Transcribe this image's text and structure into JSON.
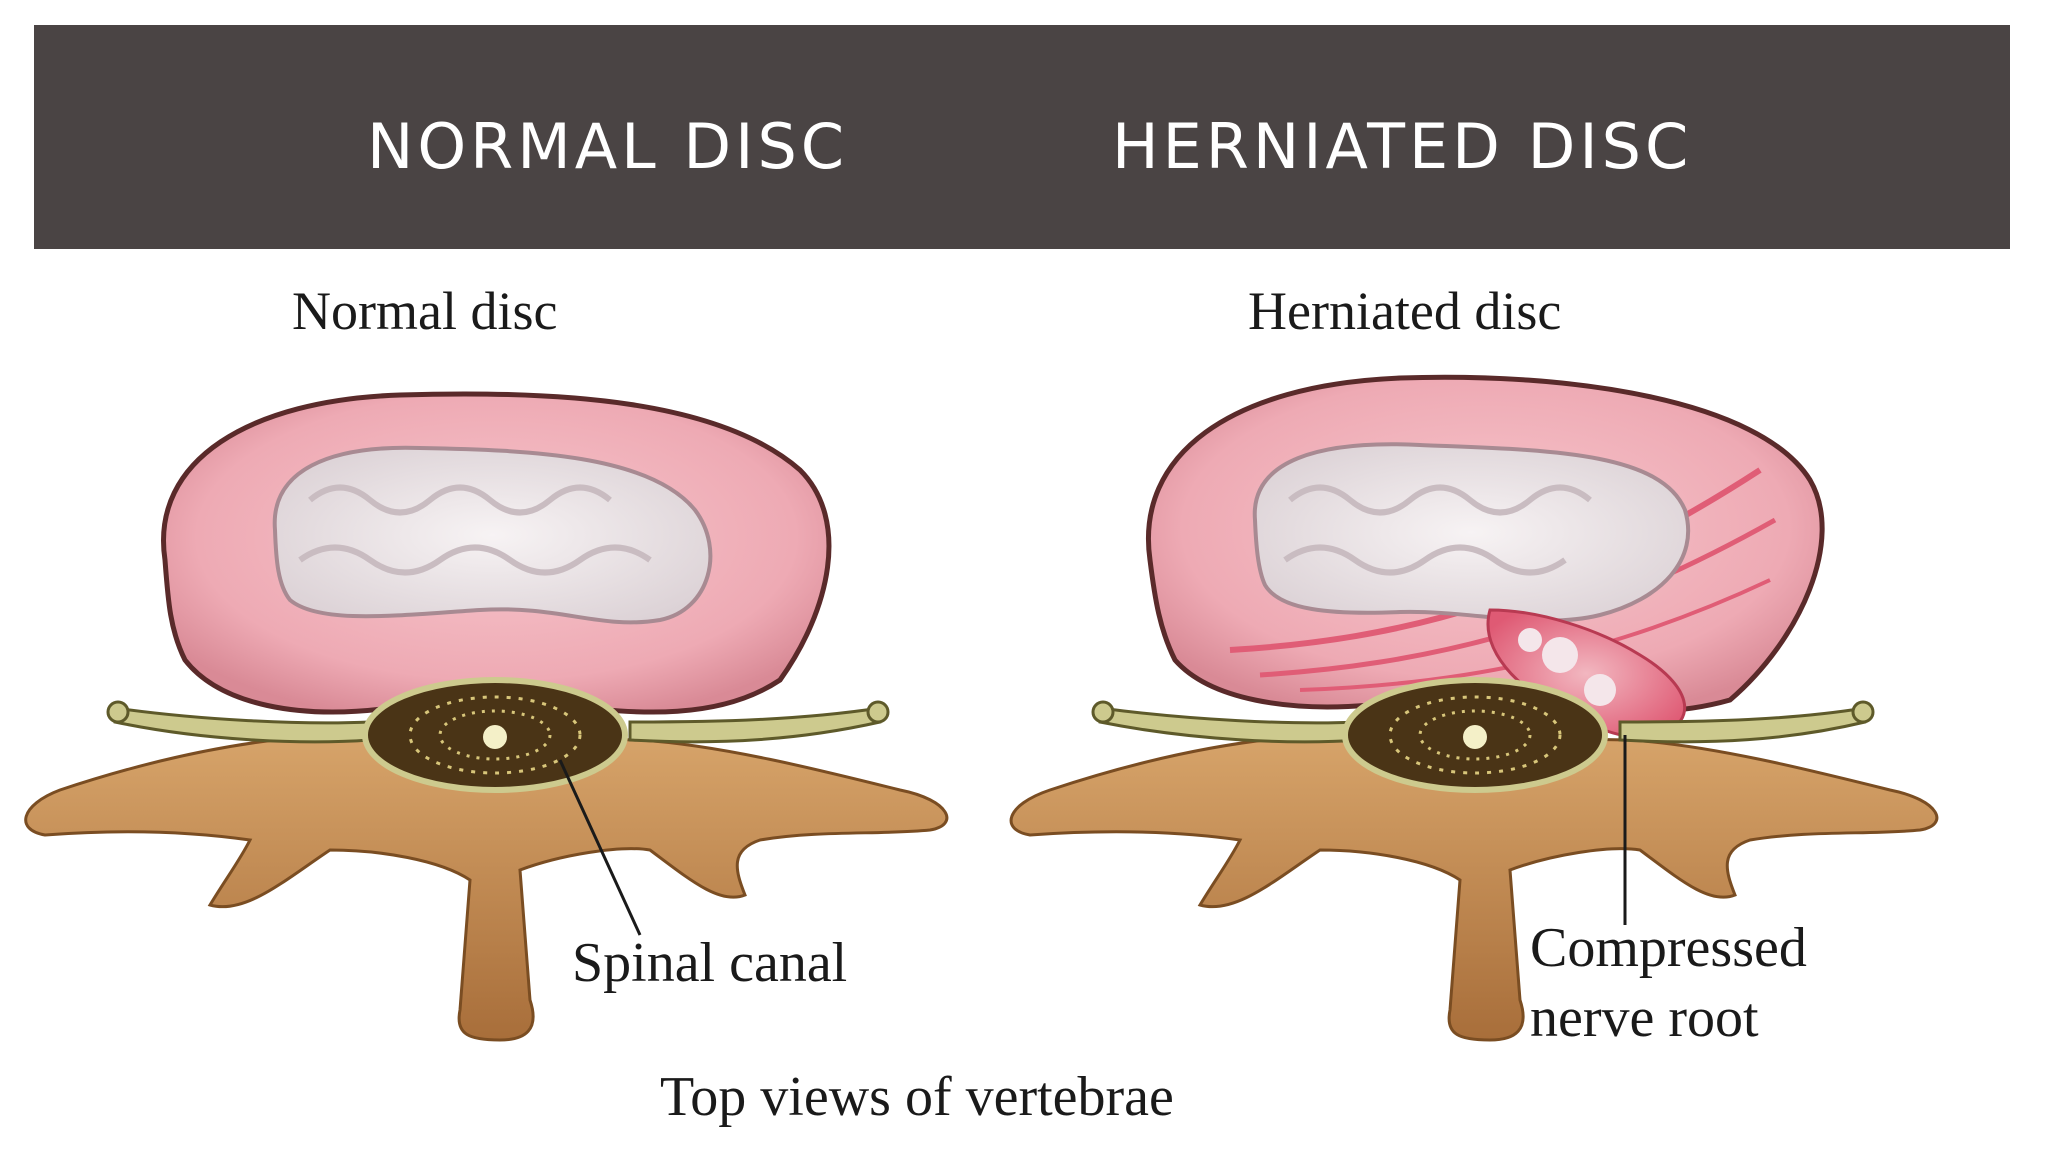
{
  "header": {
    "left_title": "NORMAL DISC",
    "right_title": "HERNIATED DISC"
  },
  "normal_panel": {
    "title": "Normal disc",
    "callout": "Spinal canal"
  },
  "herniated_panel": {
    "title": "Herniated disc",
    "callout_line1": "Compressed",
    "callout_line2": "nerve root"
  },
  "caption": "Top views of vertebrae",
  "colors": {
    "header_bg": "#4a4444",
    "annulus": "#eeaab4",
    "nucleus": "#ece6e8",
    "bone": "#c9925a",
    "nerve": "#cdca8e",
    "herniation": "#e86880"
  }
}
